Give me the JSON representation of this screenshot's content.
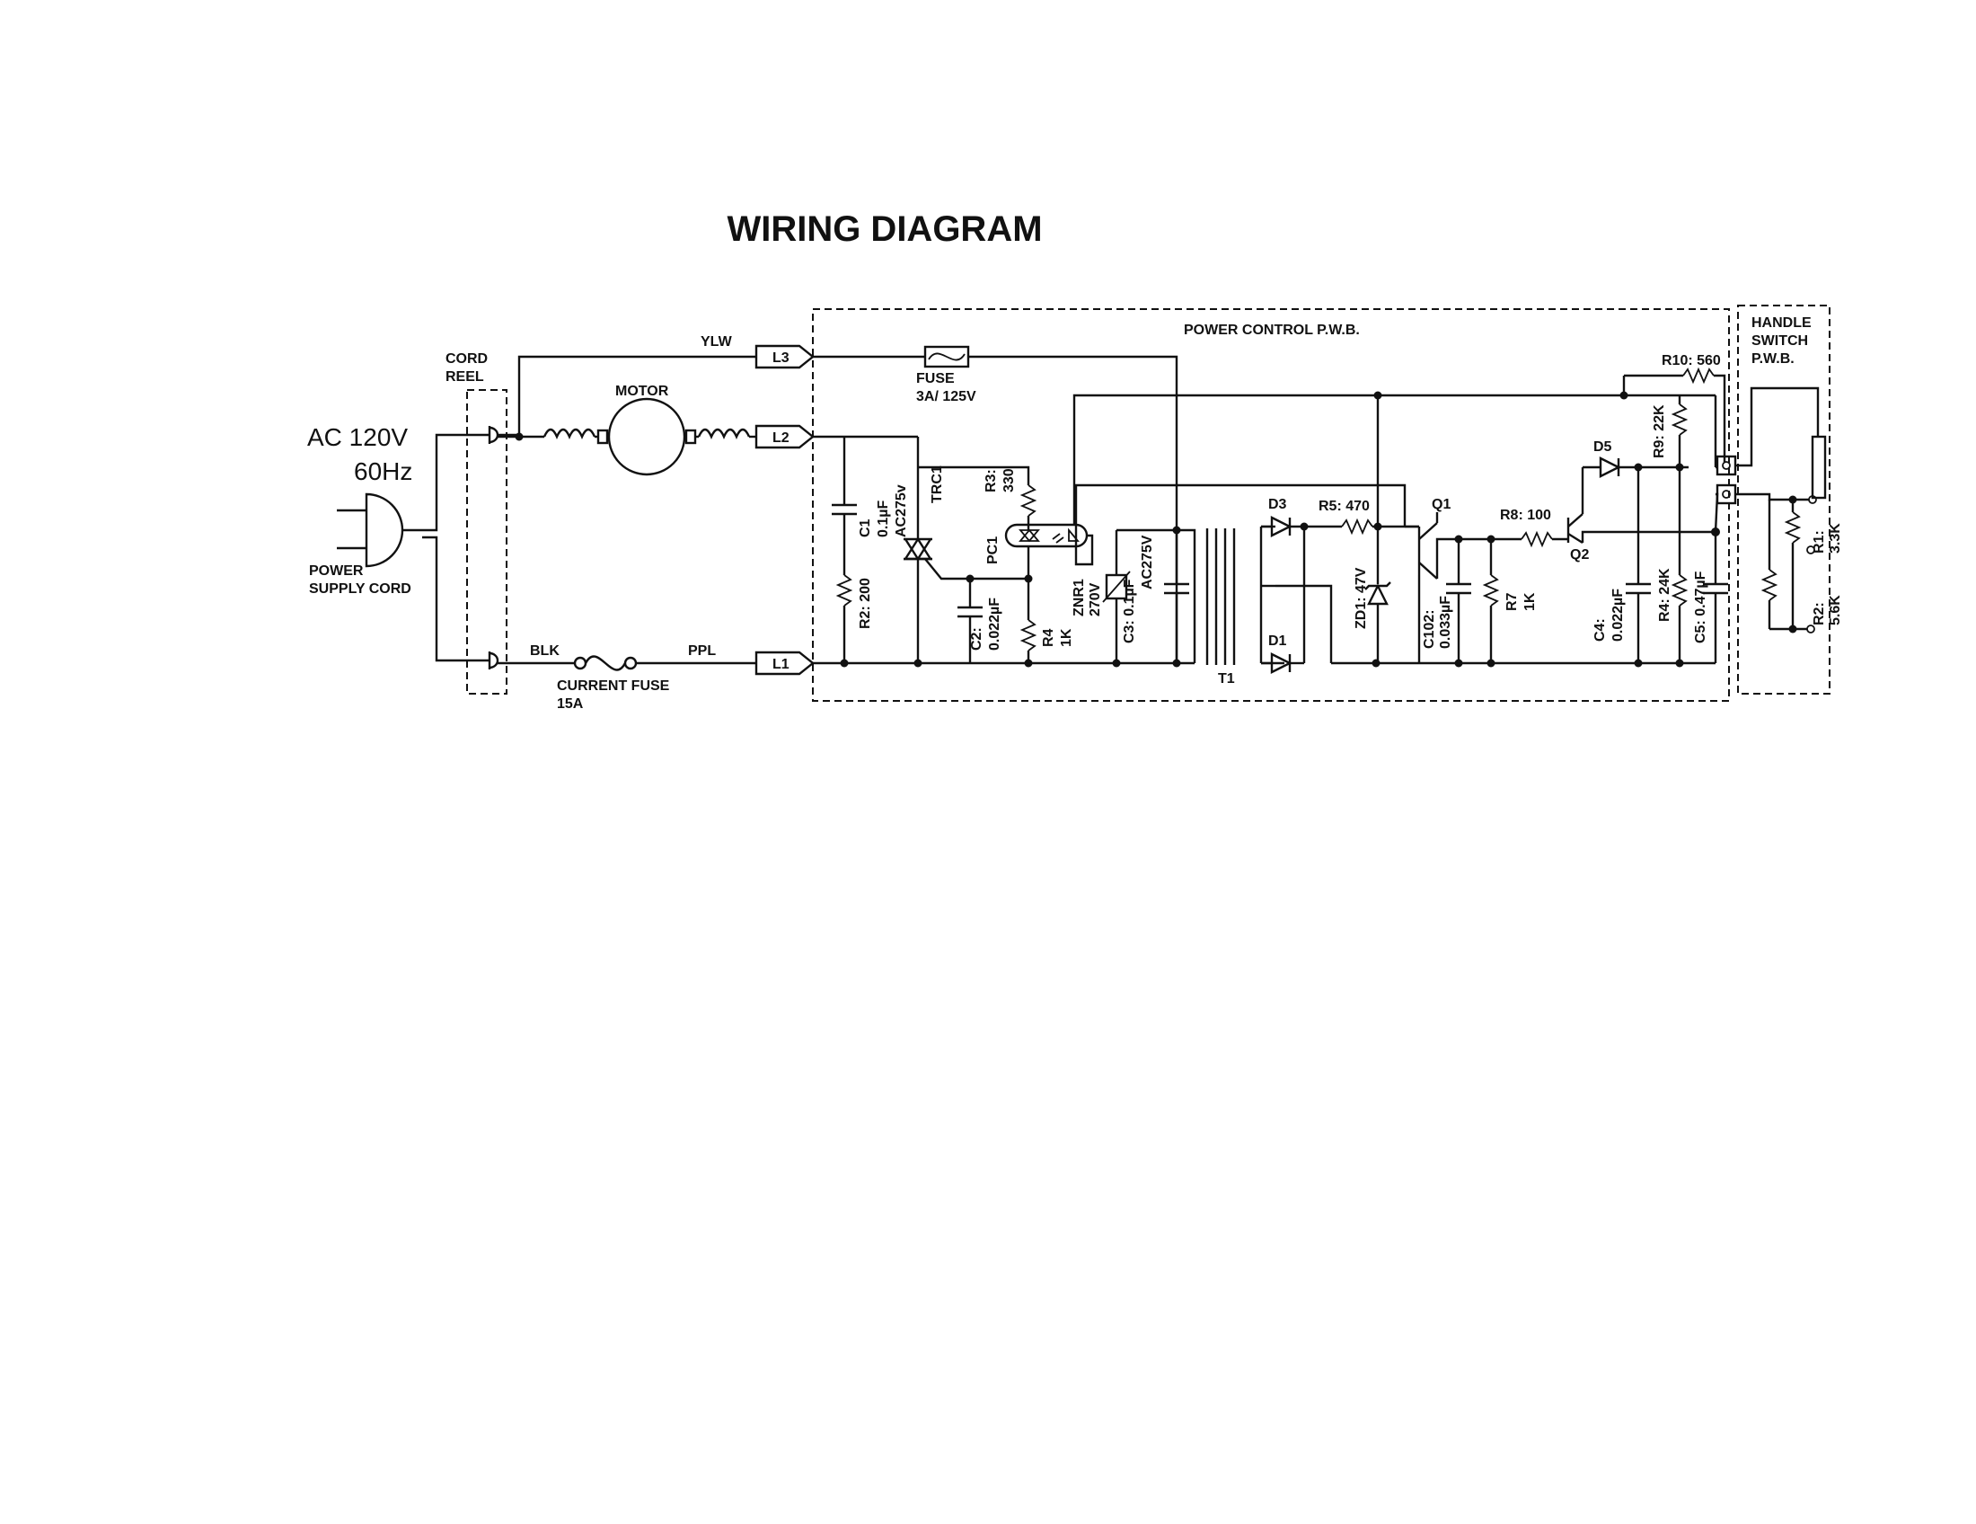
{
  "title": "WIRING DIAGRAM",
  "source": {
    "voltage": "AC 120V",
    "frequency": "60Hz",
    "cord_label_1": "POWER",
    "cord_label_2": "SUPPLY CORD",
    "reel_label_1": "CORD",
    "reel_label_2": "REEL"
  },
  "wires": {
    "ylw": "YLW",
    "blk": "BLK",
    "ppl": "PPL"
  },
  "motor": "MOTOR",
  "current_fuse": {
    "name": "CURRENT FUSE",
    "rating": "15A"
  },
  "terminals": {
    "l3": "L3",
    "l2": "L2",
    "l1": "L1"
  },
  "power_board": {
    "label": "POWER CONTROL P.W.B.",
    "fuse": {
      "name": "FUSE",
      "rating": "3A/ 125V"
    },
    "c1": "C1",
    "c1_value": "0.1µF",
    "c1_rating": "AC275v",
    "trc1": "TRC1",
    "r2": "R2: 200",
    "c2": "C2:",
    "c2_value": "0.022µF",
    "r3": "R3:",
    "r3_value": "330",
    "pc1": "PC1",
    "r4": "R4",
    "r4_value": "1K",
    "znr1": "ZNR1",
    "znr1_value": "270V",
    "c3": "C3: 0.1µF",
    "c3_rating": "AC275V",
    "t1": "T1",
    "d3": "D3",
    "d1": "D1",
    "r5": "R5: 470",
    "zd1": "ZD1: 47V",
    "q1": "Q1",
    "c102": "C102:",
    "c102_value": "0.033µF",
    "r7": "R7",
    "r7_value": "1K",
    "r8": "R8: 100",
    "q2": "Q2",
    "d5": "D5",
    "r9": "R9: 22K",
    "r10": "R10: 560",
    "c4": "C4:",
    "c4_value": "0.022µF",
    "r4b": "R4: 24K",
    "c5": "C5: 0.47µF"
  },
  "handle_board": {
    "label_1": "HANDLE",
    "label_2": "SWITCH",
    "label_3": "P.W.B.",
    "r1": "R1:",
    "r1_value": "3.3K",
    "r2": "R2:",
    "r2_value": "5.6K"
  }
}
